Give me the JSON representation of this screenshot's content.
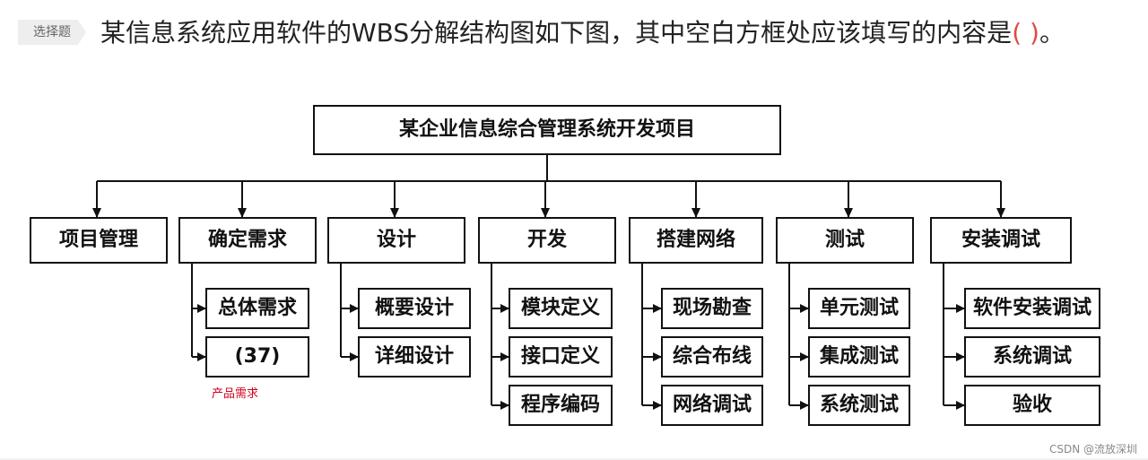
{
  "question": {
    "tag": "选择题",
    "text": "某信息系统应用软件的WBS分解结构图如下图，其中空白方框处应该填写的内容是",
    "blank": "( )",
    "end": "。"
  },
  "wbs": {
    "root": "某企业信息综合管理系统开发项目",
    "branches": [
      {
        "label": "项目管理",
        "children": []
      },
      {
        "label": "确定需求",
        "children": [
          "总体需求",
          "(37)"
        ]
      },
      {
        "label": "设计",
        "children": [
          "概要设计",
          "详细设计"
        ]
      },
      {
        "label": "开发",
        "children": [
          "模块定义",
          "接口定义",
          "程序编码"
        ]
      },
      {
        "label": "搭建网络",
        "children": [
          "现场勘查",
          "综合布线",
          "网络调试"
        ]
      },
      {
        "label": "测试",
        "children": [
          "单元测试",
          "集成测试",
          "系统测试"
        ]
      },
      {
        "label": "安装调试",
        "children": [
          "软件安装调试",
          "系统调试",
          "验收"
        ]
      }
    ]
  },
  "annotation": "产品需求",
  "watermark": "CSDN @流放深圳"
}
